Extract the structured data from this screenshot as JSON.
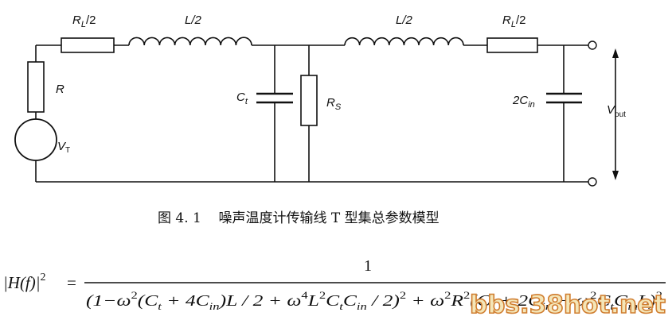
{
  "circuit": {
    "labels": {
      "rl_left_main": "R",
      "rl_left_sub": "L",
      "rl_left_tail": "/2",
      "l_left": "L/2",
      "r_source": "R",
      "vt_main": "V",
      "vt_sub": "T",
      "ct_main": "C",
      "ct_sub": "t",
      "rs_main": "R",
      "rs_sub": "S",
      "l_right": "L/2",
      "rl_right_main": "R",
      "rl_right_sub": "L",
      "rl_right_tail": "/2",
      "cin_prefix": "2C",
      "cin_sub": "in",
      "vout_main": "V",
      "vout_sub": "out"
    }
  },
  "caption": "图 4. 1    噪声温度计传输线 T 型集总参数模型",
  "formula": {
    "lhs": "|H(f)|",
    "lhs_exp": "2",
    "equals": "=",
    "numerator": "1",
    "d1": "(1−ω",
    "d1_exp": "2",
    "d2": "(C",
    "d2_sub": "t",
    "d3": " + 4C",
    "d3_sub": "in",
    "d4": ")L / 2 + ω",
    "d4_exp": "4",
    "d5": "L",
    "d5_exp": "2",
    "d6": "C",
    "d6_sub": "t",
    "d7": "C",
    "d7_sub": "in",
    "d8": " / 2)",
    "d8_exp": "2",
    "d9": " + ω",
    "d9_exp": "2",
    "d10": "R",
    "d10_exp": "2",
    "d11": "(C",
    "d11_sub": "t",
    "d12": " + 2C",
    "d12_sub": "in",
    "d13": " − ω",
    "d13_exp": "2",
    "d14": "C",
    "d14_sub": "t",
    "d15": "C",
    "d15_sub": "in",
    "d16": "L)",
    "d16_exp": "2"
  },
  "watermark": "bbs.38hot.net"
}
